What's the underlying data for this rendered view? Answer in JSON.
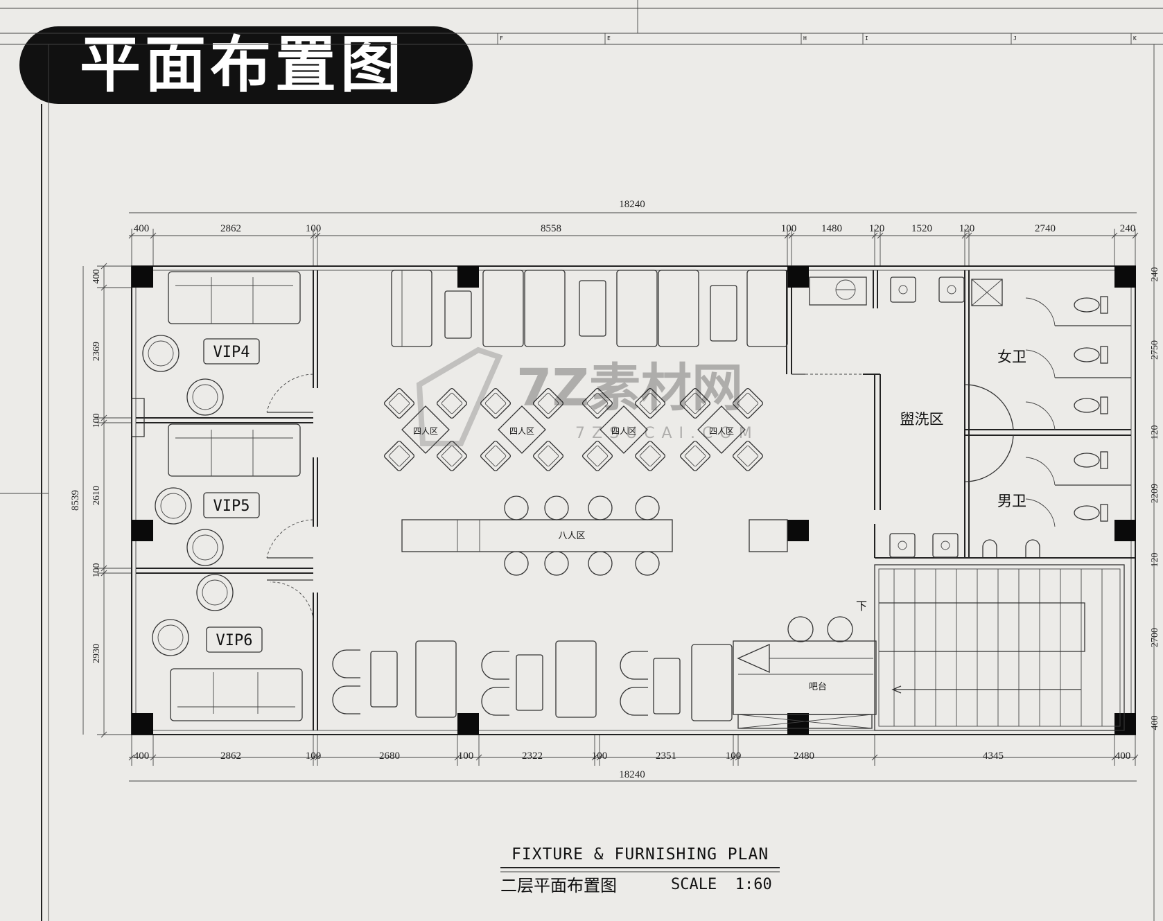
{
  "banner": {
    "title": "平面布置图"
  },
  "dimensions": {
    "top_total": "18240",
    "top_segments": [
      "400",
      "2862",
      "100",
      "8558",
      "100",
      "1480",
      "120",
      "1520",
      "120",
      "2740",
      "240"
    ],
    "bottom_total": "18240",
    "bottom_segments": [
      "400",
      "2862",
      "100",
      "2680",
      "100",
      "2322",
      "100",
      "2351",
      "100",
      "2480",
      "4345",
      "400"
    ],
    "left_total": "8539",
    "left_segments": [
      "400",
      "2369",
      "100",
      "2610",
      "100",
      "2930"
    ],
    "right_segments": [
      "240",
      "2750",
      "120",
      "2209",
      "120",
      "2700",
      "400"
    ]
  },
  "rooms": {
    "vip4": "VIP4",
    "vip5": "VIP5",
    "vip6": "VIP6",
    "four_zone_1": "四人区",
    "four_zone_2": "四人区",
    "four_zone_3": "四人区",
    "four_zone_4": "四人区",
    "eight_zone": "八人区",
    "wash_zone": "盥洗区",
    "womens": "女卫",
    "mens": "男卫",
    "bar": "吧台",
    "down_mark": "下"
  },
  "grid_letters": [
    "F",
    "E",
    "H",
    "I",
    "J",
    "K"
  ],
  "watermark": {
    "main": "7Z素材网",
    "sub": "7ZSUCAI.COM"
  },
  "title_block": {
    "title": "FIXTURE & FURNISHING PLAN",
    "subtitle": "二层平面布置图",
    "scale": "SCALE  1:60"
  }
}
